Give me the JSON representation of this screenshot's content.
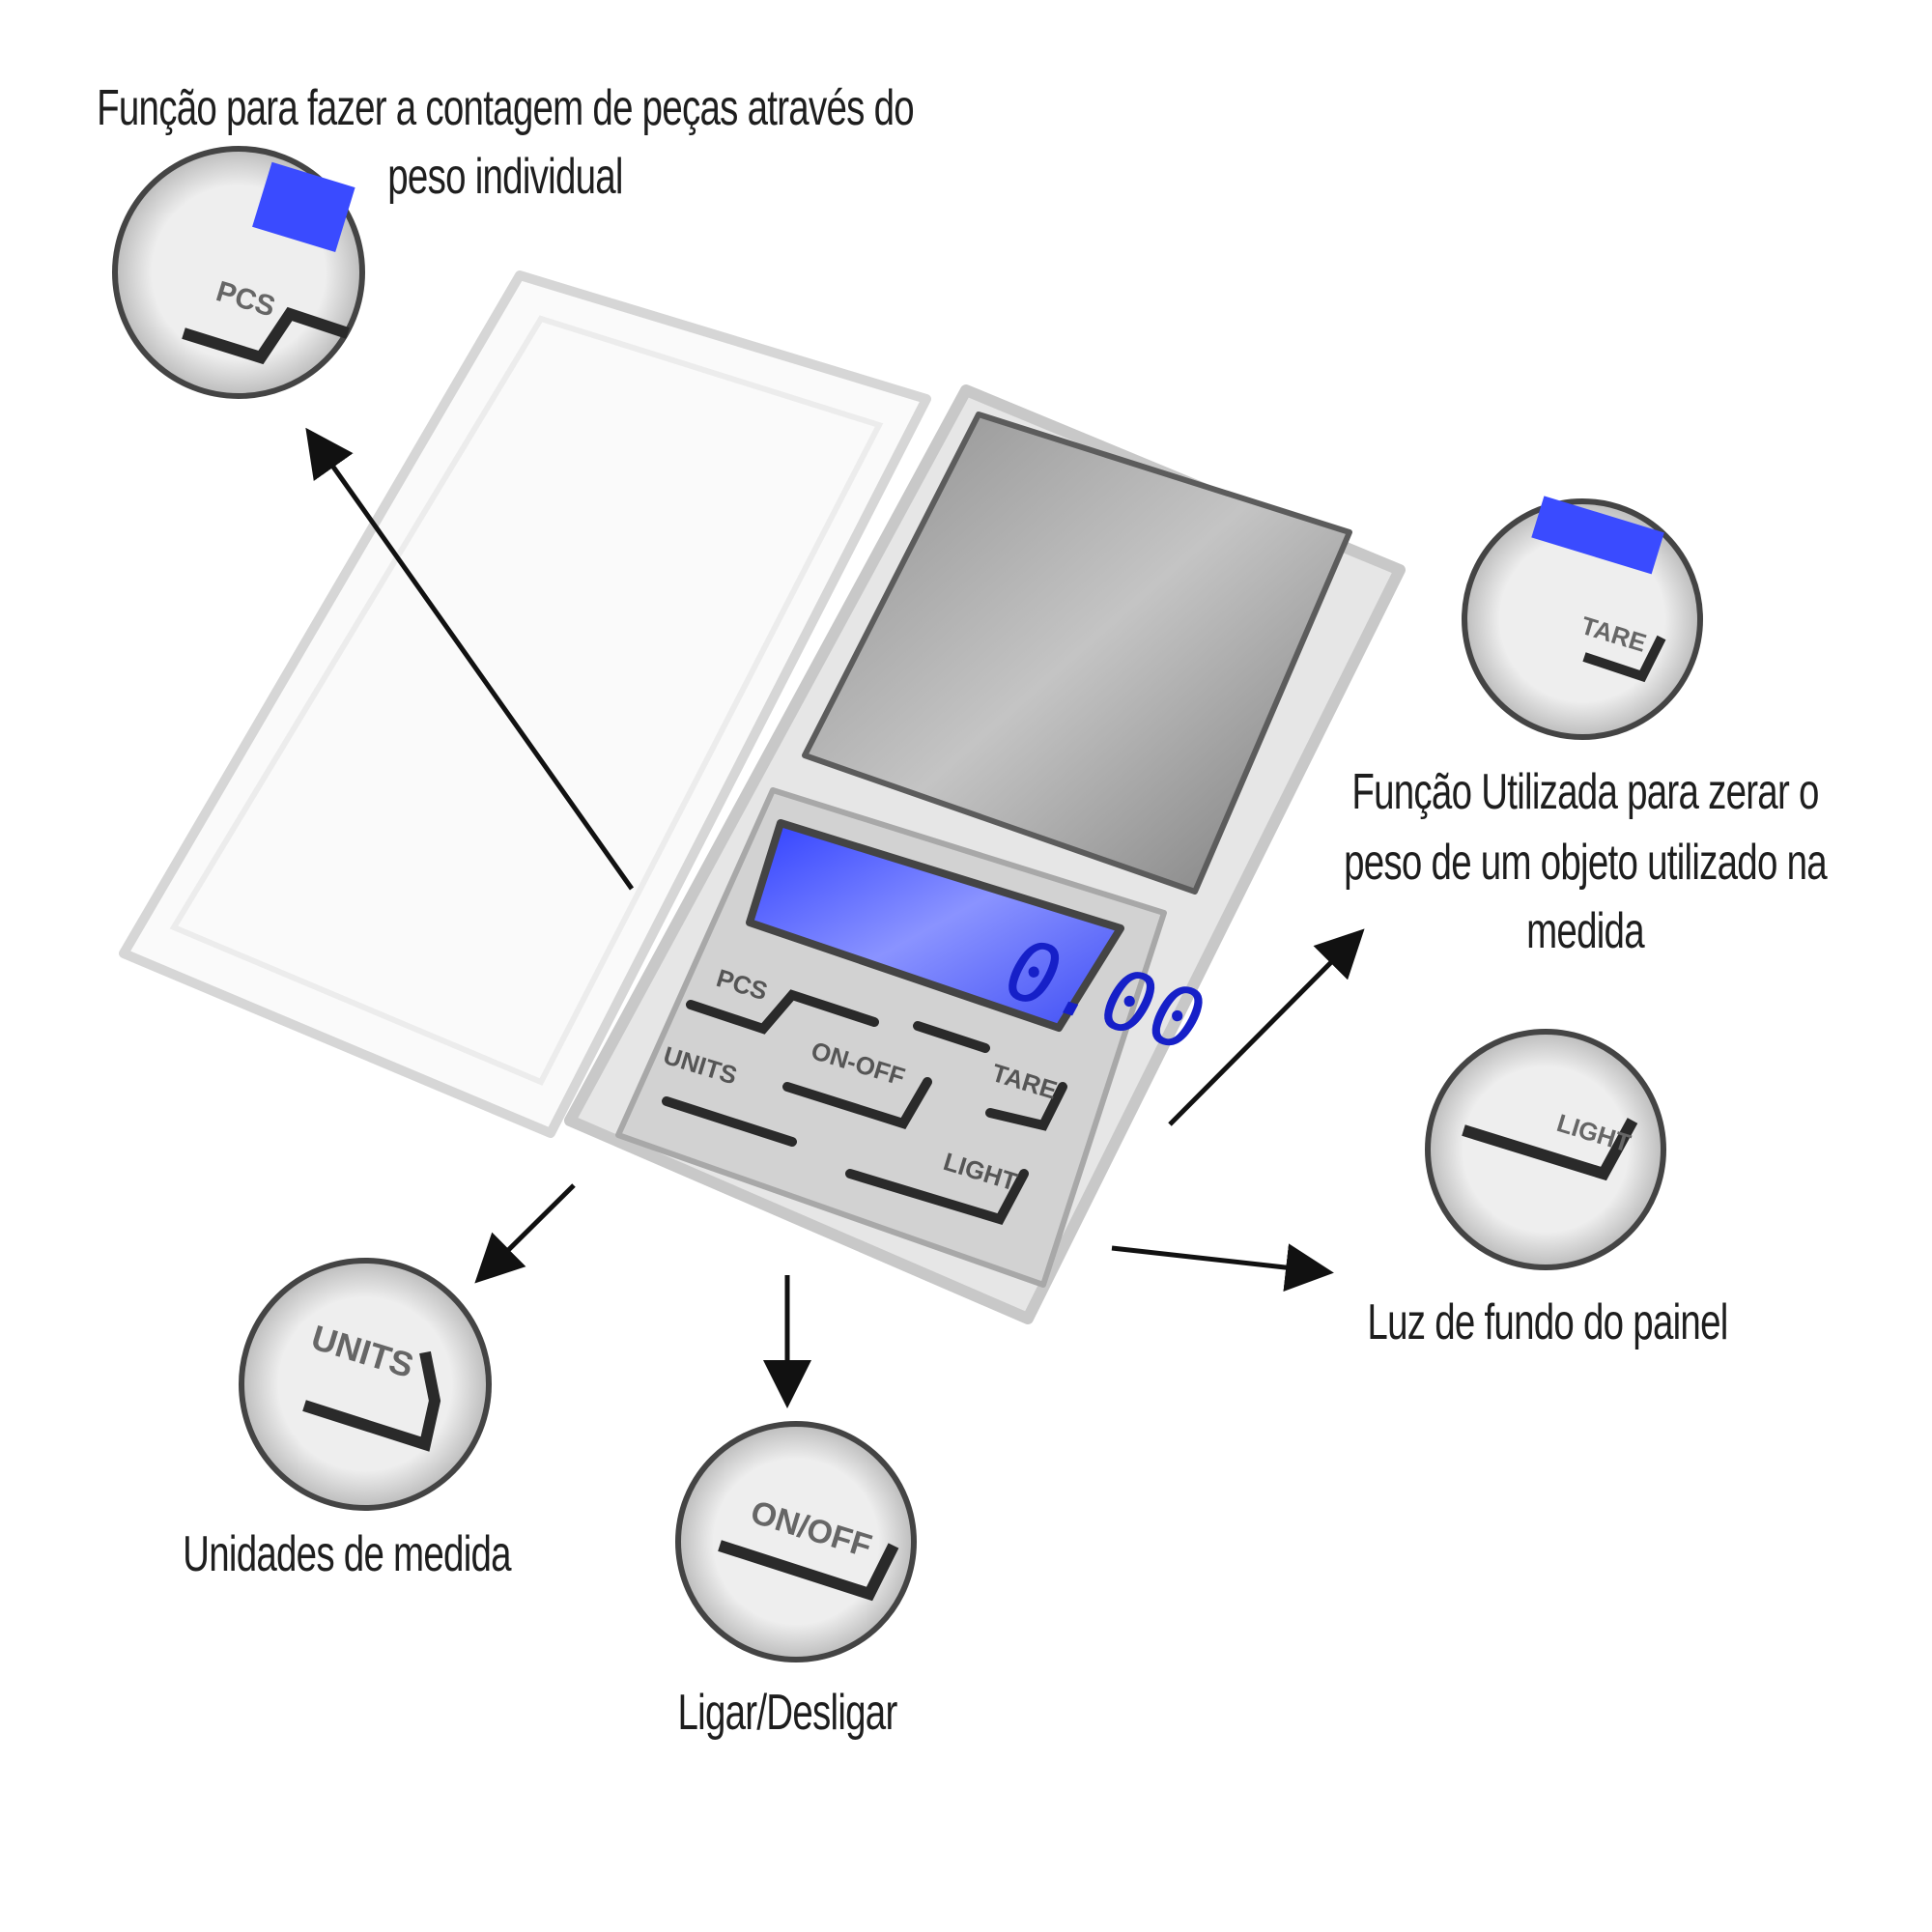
{
  "labels": {
    "pcs_line1": "Função para fazer a contagem de peças através do",
    "pcs_line2": "peso individual",
    "tare_line1": "Função Utilizada para zerar o",
    "tare_line2": "peso de um objeto utilizado na",
    "tare_line3": "medida",
    "light": "Luz de fundo do painel",
    "units": "Unidades de medida",
    "onoff": "Ligar/Desligar"
  },
  "scale": {
    "display_value": "0.00",
    "display_color": "#3a4bff",
    "buttons": {
      "pcs": "PCS",
      "units": "UNITS",
      "onoff": "ON-OFF",
      "tare": "TARE",
      "light": "LIGHT"
    }
  },
  "zoom_circles": {
    "pcs": "PCS",
    "tare": "TARE",
    "light": "LIGHT",
    "units": "UNITS",
    "onoff": "ON/OFF"
  }
}
